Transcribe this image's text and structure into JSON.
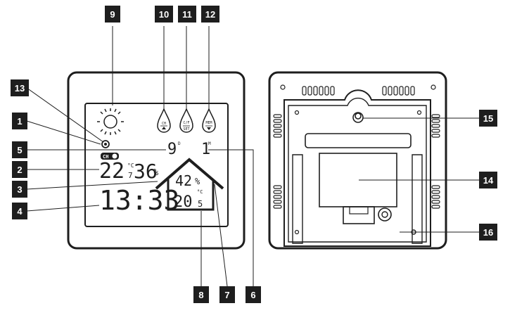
{
  "callouts": [
    "1",
    "2",
    "3",
    "4",
    "5",
    "6",
    "7",
    "8",
    "9",
    "10",
    "11",
    "12",
    "13",
    "14",
    "15",
    "16"
  ],
  "display": {
    "outdoor_temp_main": "22",
    "outdoor_temp_decimal": "7",
    "outdoor_temp_unit": "°C",
    "outdoor_humidity": "36",
    "percent": "%",
    "channel_label": "CH",
    "time": "13:33",
    "pressure_trend_top": "9",
    "pressure_trend_unit": "D",
    "mem_value": "1",
    "mem_unit": "M",
    "indoor_humidity": "42",
    "indoor_humidity_unit": "%",
    "indoor_temp_main": "20",
    "indoor_temp_decimal": "5",
    "indoor_temp_unit": "°C"
  },
  "buttons": {
    "ch_label": "CH",
    "cf_set_top": "C/F",
    "cf_set_bottom": "SET",
    "mem_label": "MEM"
  },
  "weather_icon": "sun-icon"
}
